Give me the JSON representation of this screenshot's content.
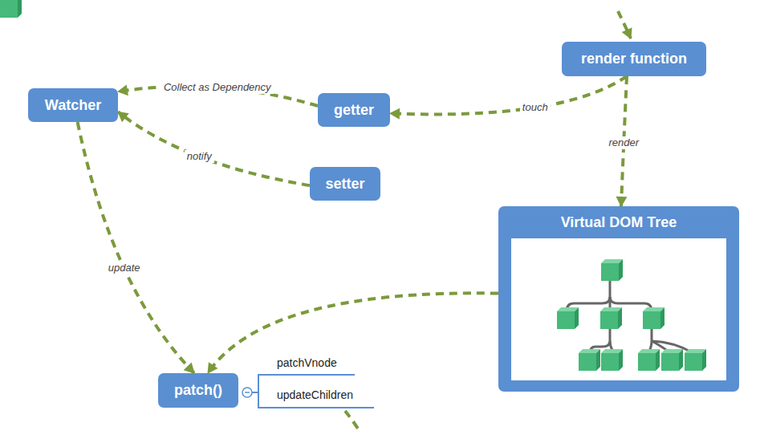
{
  "diagram": {
    "nodes": [
      {
        "text": [
          "render function"
        ]
      },
      {
        "text": [
          "Watcher"
        ]
      },
      {
        "text": [
          "getter"
        ]
      },
      {
        "text": [
          "setter"
        ]
      },
      {
        "text": [
          "Virtual DOM Tree"
        ]
      },
      {
        "text": [
          "patch()"
        ]
      }
    ],
    "edges": [
      {
        "from": 0,
        "to": 2,
        "label": "touch",
        "arrow": "to"
      },
      {
        "from": 2,
        "to": 1,
        "label": "Collect as Dependency",
        "arrow": "to"
      },
      {
        "from": 3,
        "to": 1,
        "label": "notify",
        "arrow": "to"
      },
      {
        "from": 1,
        "to": 5,
        "label": "update",
        "arrow": "to"
      },
      {
        "from": 0,
        "to": 4,
        "label": "render",
        "arrow": "to"
      },
      {
        "from": 4,
        "to": 5,
        "arrow": "to"
      }
    ],
    "labels": [
      "patchVnode",
      "updateChildren"
    ]
  }
}
